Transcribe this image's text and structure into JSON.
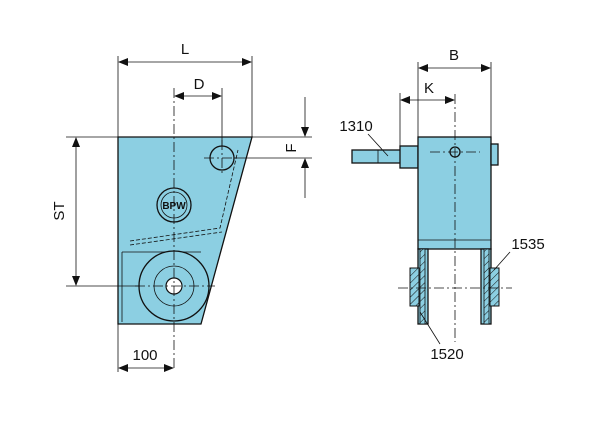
{
  "dimensions": {
    "L": "L",
    "D": "D",
    "F": "F",
    "ST": "ST",
    "offset_100": "100",
    "B": "B",
    "K": "K"
  },
  "part_numbers": {
    "p1310": "1310",
    "p1535": "1535",
    "p1520": "1520"
  },
  "logo": {
    "text": "BPW"
  },
  "colors": {
    "part_fill": "#8ccfe2",
    "line": "#111111",
    "background": "#ffffff"
  }
}
